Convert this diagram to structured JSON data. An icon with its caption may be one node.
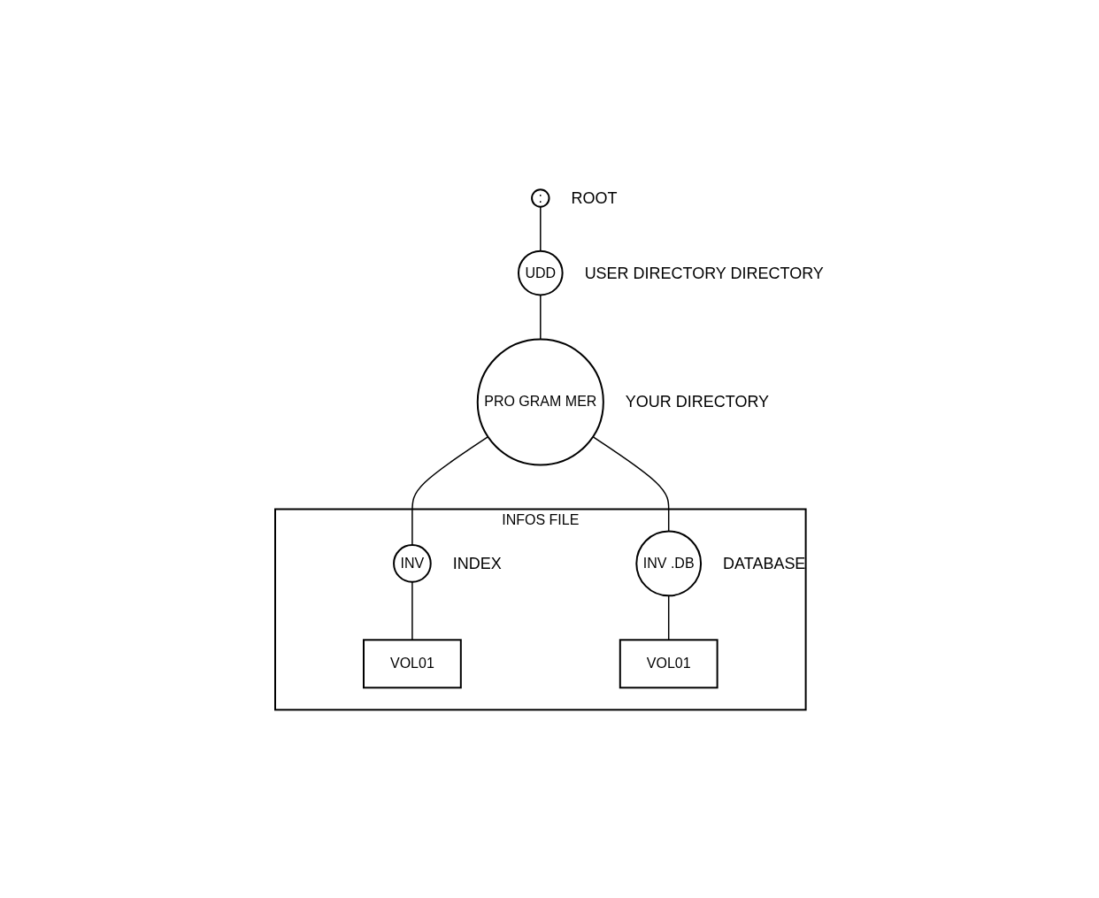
{
  "diagram": {
    "nodes": [
      {
        "text": [
          ":"
        ],
        "beside": [
          "ROOT"
        ]
      },
      {
        "text": [
          "UDD"
        ],
        "beside": [
          "USER DIRECTORY DIRECTORY"
        ]
      },
      {
        "text": [
          "PRO GRAM MER"
        ],
        "beside": [
          "YOUR DIRECTORY"
        ]
      },
      {
        "text": [
          "INFOS FILE"
        ]
      },
      {
        "text": [
          "INV"
        ],
        "in": 3,
        "beside": [
          "INDEX"
        ]
      },
      {
        "text": [
          "INV .DB"
        ],
        "in": 3,
        "beside": [
          "DATABASE"
        ]
      },
      {
        "text": [
          "VOL01"
        ],
        "in": 3
      },
      {
        "text": [
          "VOL01"
        ],
        "in": 3
      }
    ],
    "edges": [
      {
        "from": 0,
        "to": 1,
        "arrow": "none"
      },
      {
        "from": 1,
        "to": 2,
        "arrow": "none"
      },
      {
        "from": 2,
        "to": 4,
        "arrow": "none"
      },
      {
        "from": 2,
        "to": 5,
        "arrow": "none"
      },
      {
        "from": 4,
        "to": 6,
        "arrow": "none"
      },
      {
        "from": 5,
        "to": 7,
        "arrow": "none"
      }
    ]
  }
}
